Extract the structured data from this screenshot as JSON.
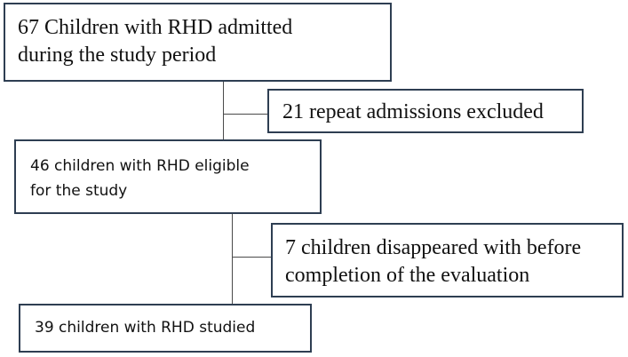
{
  "flowchart": {
    "admitted": [
      "67 Children with RHD admitted",
      "during the study period"
    ],
    "excluded": "21 repeat admissions excluded",
    "eligible": [
      "46 children with RHD eligible",
      "for the study"
    ],
    "disappeared": [
      "7 children disappeared with before",
      "completion of the evaluation"
    ],
    "studied": "39 children with RHD studied"
  }
}
